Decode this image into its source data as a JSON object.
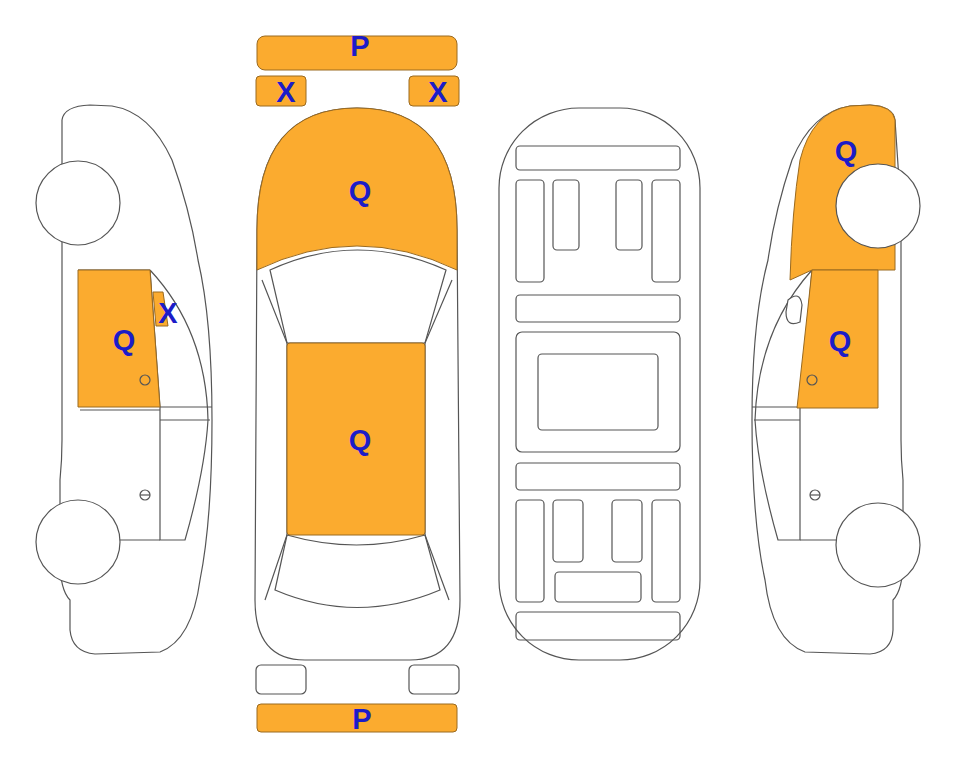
{
  "diagram": {
    "labels": [
      "P",
      "X",
      "X",
      "Q",
      "Q",
      "X",
      "Q",
      "Q",
      "Q",
      "P"
    ]
  }
}
